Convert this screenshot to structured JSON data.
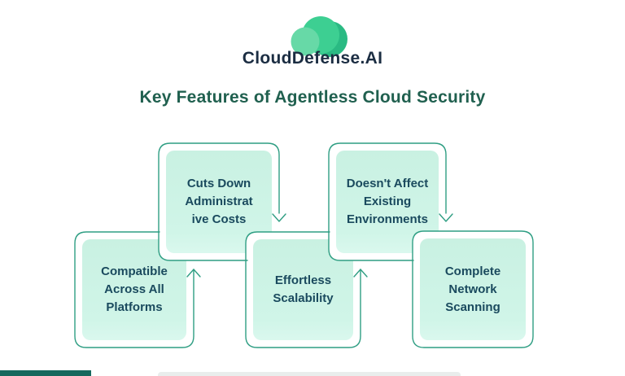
{
  "logo": {
    "icon": "cloud-icon",
    "brand": "CloudDefense.AI"
  },
  "title": "Key Features of Agentless Cloud Security",
  "features": [
    {
      "id": "compatible-across-all-platforms",
      "label": "Compatible Across All Platforms",
      "lines": [
        "Compatible",
        "Across All",
        "Platforms"
      ],
      "position": "bottom-left"
    },
    {
      "id": "cuts-down-administrative-costs",
      "label": "Cuts Down Administrative Costs",
      "lines": [
        "Cuts Down",
        "Administrat",
        "ive Costs"
      ],
      "position": "top-left"
    },
    {
      "id": "effortless-scalability",
      "label": "Effortless Scalability",
      "lines": [
        "Effortless",
        "Scalability"
      ],
      "position": "bottom-middle"
    },
    {
      "id": "doesnt-affect-existing-environments",
      "label": "Doesn't Affect Existing Environments",
      "lines": [
        "Doesn't Affect",
        "Existing",
        "Environments"
      ],
      "position": "top-right"
    },
    {
      "id": "complete-network-scanning",
      "label": "Complete Network Scanning",
      "lines": [
        "Complete",
        "Network",
        "Scanning"
      ],
      "position": "bottom-right"
    }
  ],
  "connections": [
    {
      "from": "compatible-across-all-platforms",
      "to": "cuts-down-administrative-costs",
      "direction": "up"
    },
    {
      "from": "cuts-down-administrative-costs",
      "to": "effortless-scalability",
      "direction": "down"
    },
    {
      "from": "effortless-scalability",
      "to": "doesnt-affect-existing-environments",
      "direction": "up"
    },
    {
      "from": "doesnt-affect-existing-environments",
      "to": "complete-network-scanning",
      "direction": "down"
    }
  ],
  "colors": {
    "outline": "#2f9e83",
    "box_fill": "#cdf3e6",
    "box_text": "#1a4a5e",
    "title_text": "#20604f",
    "brand_text": "#1b2d42",
    "cloud_main": "#3dcf92",
    "cloud_dark": "#2aba83",
    "cloud_light": "#67d9a7",
    "footer_bar": "#15695d"
  }
}
